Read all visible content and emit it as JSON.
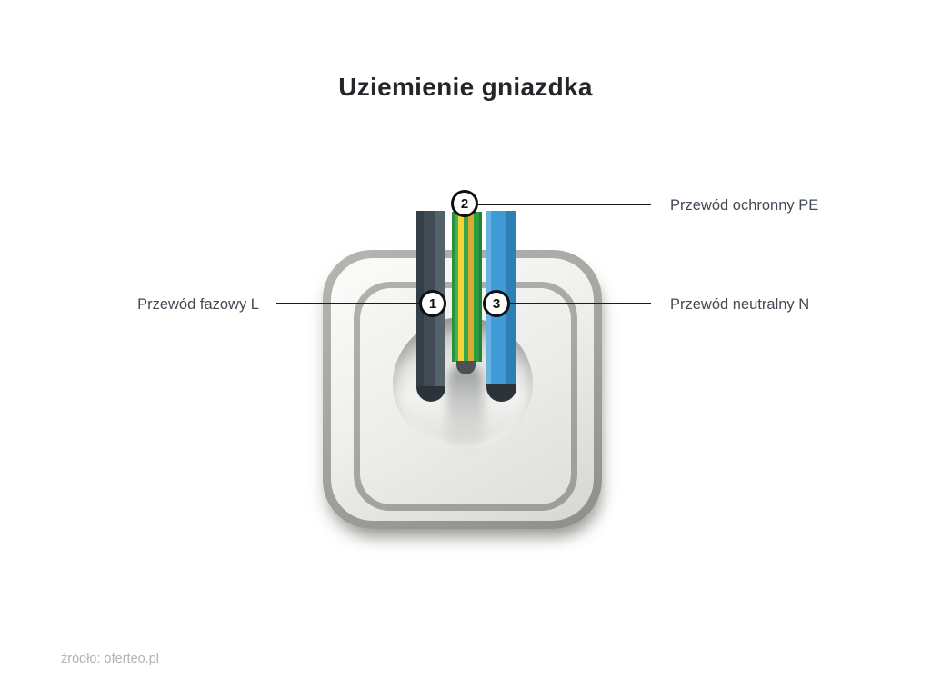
{
  "title": "Uziemienie gniazdka",
  "source": "źródło: oferteo.pl",
  "markers": [
    {
      "number": "1",
      "label": "Przewód fazowy L"
    },
    {
      "number": "2",
      "label": "Przewód ochronny PE"
    },
    {
      "number": "3",
      "label": "Przewód neutralny N"
    }
  ],
  "colors": {
    "background": "#ffffff",
    "title_text": "#26262a",
    "label_text": "#424a54",
    "source_text": "#b2b2b2",
    "callout_line": "#1b1b1b",
    "phase_wire": "#3f4c56",
    "pe_wire_green": "#2e9b43",
    "pe_wire_yellow": "#f5d435",
    "neutral_wire": "#3e9bd5",
    "wire_tip": "#2c343a",
    "socket_frame": "#9b9d98",
    "socket_face": "#ececea"
  }
}
